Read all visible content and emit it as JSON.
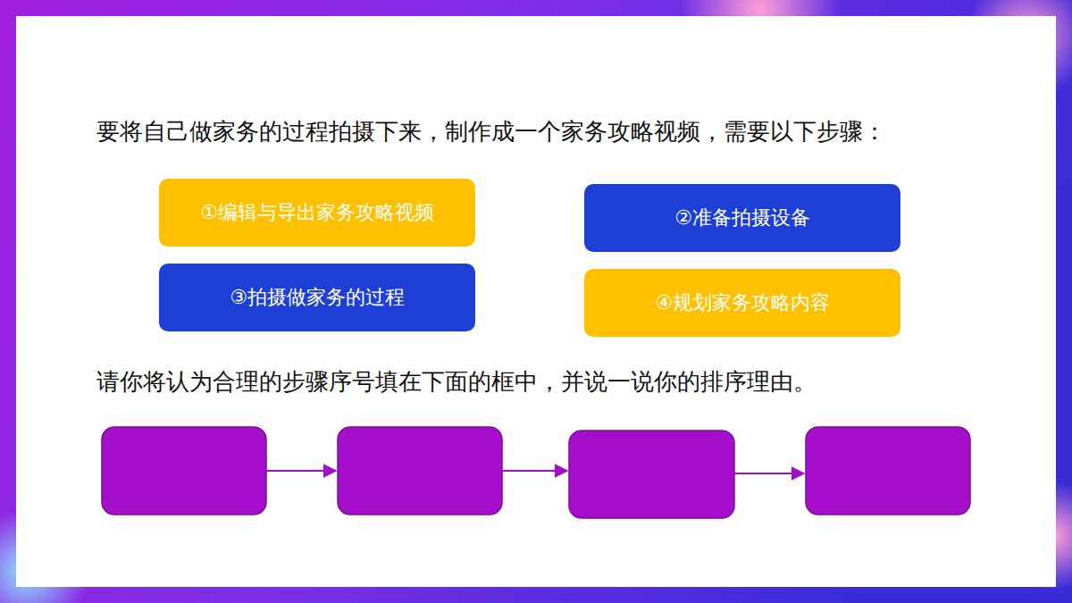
{
  "diagram": {
    "title": "要将自己做家务的过程拍摄下来，制作成一个家务攻略视频，需要以下步骤：",
    "nodes": [
      {
        "text": [
          "①编辑与导出家务攻略视频"
        ]
      },
      {
        "text": [
          "②准备拍摄设备"
        ]
      },
      {
        "text": [
          "③拍摄做家务的过程"
        ]
      },
      {
        "text": [
          "④规划家务攻略内容"
        ]
      }
    ],
    "labels": [
      "请你将认为合理的步骤序号填在下面的框中，并说一说你的排序理由。"
    ]
  }
}
